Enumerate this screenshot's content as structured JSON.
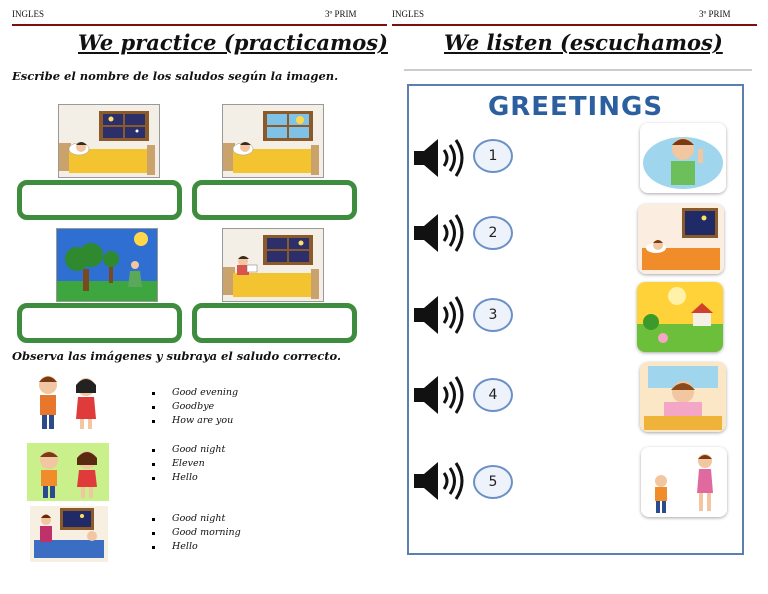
{
  "left_page": {
    "header_subject": "INGLES",
    "header_grade": "3º PRIM",
    "title": "We practice (practicamos)",
    "instruction_1": "Escribe el nombre de los saludos según la imagen.",
    "instruction_2": "Observa las imágenes y subraya el saludo correcto.",
    "options": [
      [
        "Good evening",
        "Goodbye",
        "How are you"
      ],
      [
        "Good night",
        "Eleven",
        "Hello"
      ],
      [
        "Good night",
        "Good morning",
        "Hello"
      ]
    ]
  },
  "right_page": {
    "header_subject": "INGLES",
    "header_grade": "3º PRIM",
    "title": "We listen (escuchamos)",
    "card_title": "GREETINGS",
    "numbers": [
      "1",
      "2",
      "3",
      "4",
      "5"
    ]
  },
  "colors": {
    "header_rule": "#7a1010",
    "answer_border": "#3e8d3e",
    "card_border": "#5b7fae",
    "card_title": "#2b5f9e"
  },
  "icons": [
    "speaker-icon"
  ]
}
